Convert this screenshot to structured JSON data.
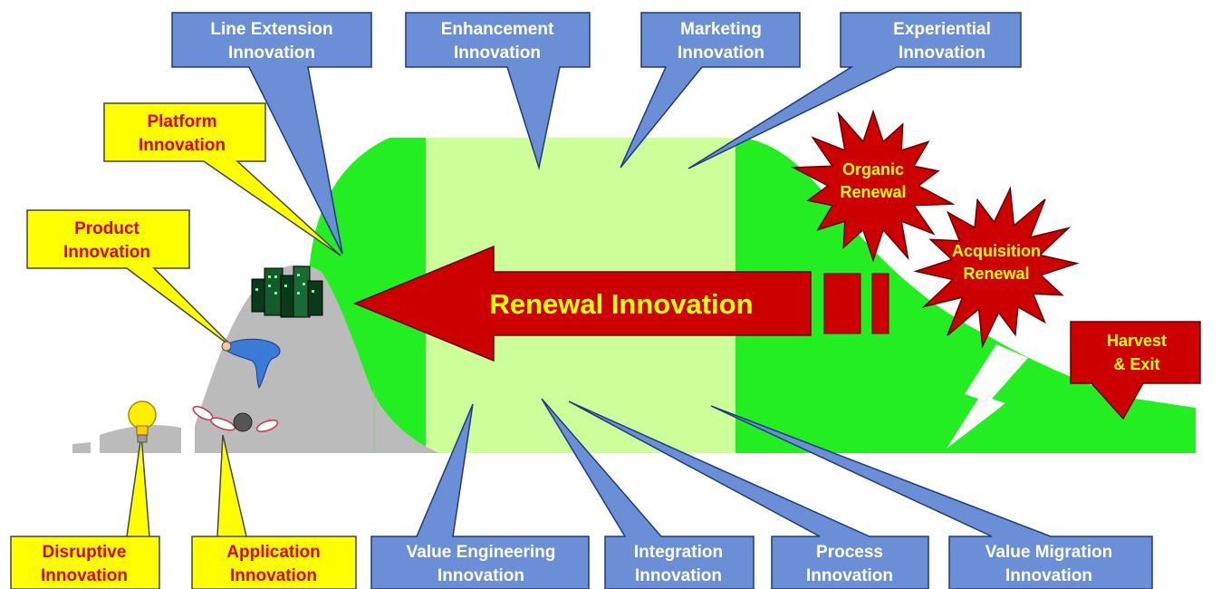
{
  "diagram": {
    "center_arrow": "Renewal Innovation",
    "top_callouts": [
      {
        "line1": "Line Extension",
        "line2": "Innovation"
      },
      {
        "line1": "Enhancement",
        "line2": "Innovation"
      },
      {
        "line1": "Marketing",
        "line2": "Innovation"
      },
      {
        "line1": "Experiential",
        "line2": "Innovation"
      }
    ],
    "left_callouts": [
      {
        "line1": "Platform",
        "line2": "Innovation"
      },
      {
        "line1": "Product",
        "line2": "Innovation"
      }
    ],
    "bottom_yellow_callouts": [
      {
        "line1": "Disruptive",
        "line2": "Innovation"
      },
      {
        "line1": "Application",
        "line2": "Innovation"
      }
    ],
    "bottom_blue_callouts": [
      {
        "line1": "Value Engineering",
        "line2": "Innovation"
      },
      {
        "line1": "Integration",
        "line2": "Innovation"
      },
      {
        "line1": "Process",
        "line2": "Innovation"
      },
      {
        "line1": "Value Migration",
        "line2": "Innovation"
      }
    ],
    "starbursts": [
      {
        "line1": "Organic",
        "line2": "Renewal"
      },
      {
        "line1": "Acquisition",
        "line2": "Renewal"
      }
    ],
    "harvest": {
      "line1": "Harvest",
      "line2": "& Exit"
    }
  },
  "colors": {
    "blue_callout": "#6b8fd6",
    "yellow_callout": "#ffff00",
    "green_curve": "#22ee22",
    "light_green_band": "#ccff99",
    "red_arrow": "#cc0000",
    "gray_hill": "#b8b8b8"
  },
  "icons": [
    "lightbulb-icon",
    "bowling-pins-icon",
    "swimmer-icon",
    "city-buildings-icon",
    "lightning-bolt-icon"
  ]
}
